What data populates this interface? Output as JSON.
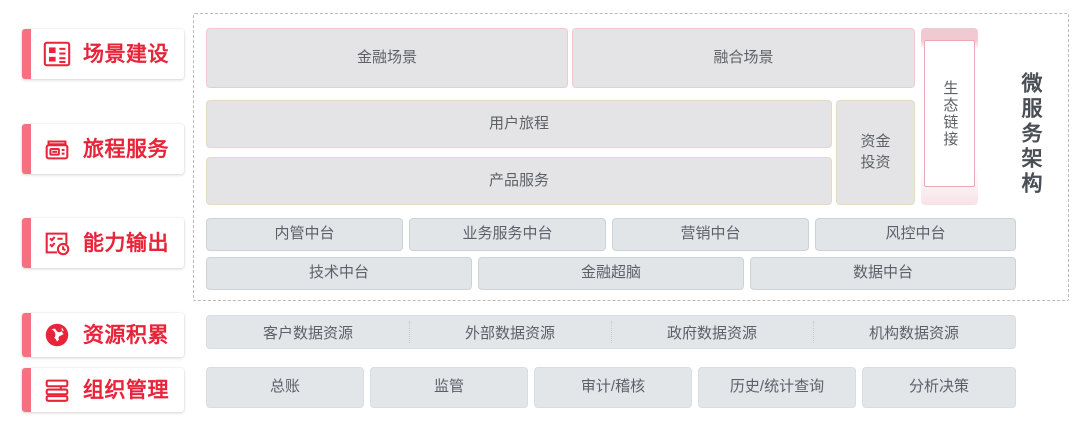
{
  "theme": {
    "accent": "#e8243a",
    "accent_soft": "#f4717f",
    "cell_fill": "#e4e4e6",
    "pink_border": "#f0c9d0",
    "tan_border": "#e8d9c6",
    "slate_border": "#ccd3d6",
    "text": "#5d6166"
  },
  "rail": {
    "items": [
      {
        "label": "场景建设",
        "icon": "layout-grid-icon"
      },
      {
        "label": "旅程服务",
        "icon": "card-terminal-icon"
      },
      {
        "label": "能力输出",
        "icon": "checklist-clock-icon"
      },
      {
        "label": "资源积累",
        "icon": "globe-icon"
      },
      {
        "label": "组织管理",
        "icon": "org-chart-icon"
      }
    ]
  },
  "framework": {
    "side_label": "微服务架构",
    "ecosystem": {
      "label": "生态链接"
    }
  },
  "rows": {
    "scene": [
      {
        "label": "金融场景"
      },
      {
        "label": "融合场景"
      }
    ],
    "journey": [
      {
        "label": "用户旅程"
      },
      {
        "label": "产品服务"
      }
    ],
    "capital": {
      "label": "资金投资",
      "line1": "资金",
      "line2": "投资"
    },
    "midplatform_top": [
      {
        "label": "内管中台"
      },
      {
        "label": "业务服务中台"
      },
      {
        "label": "营销中台"
      },
      {
        "label": "风控中台"
      }
    ],
    "midplatform_bottom": [
      {
        "label": "技术中台"
      },
      {
        "label": "金融超脑"
      },
      {
        "label": "数据中台"
      }
    ],
    "resources": [
      {
        "label": "客户数据资源"
      },
      {
        "label": "外部数据资源"
      },
      {
        "label": "政府数据资源"
      },
      {
        "label": "机构数据资源"
      }
    ],
    "organization": [
      {
        "label": "总账"
      },
      {
        "label": "监管"
      },
      {
        "label": "审计/稽核"
      },
      {
        "label": "历史/统计查询"
      },
      {
        "label": "分析决策"
      }
    ]
  }
}
